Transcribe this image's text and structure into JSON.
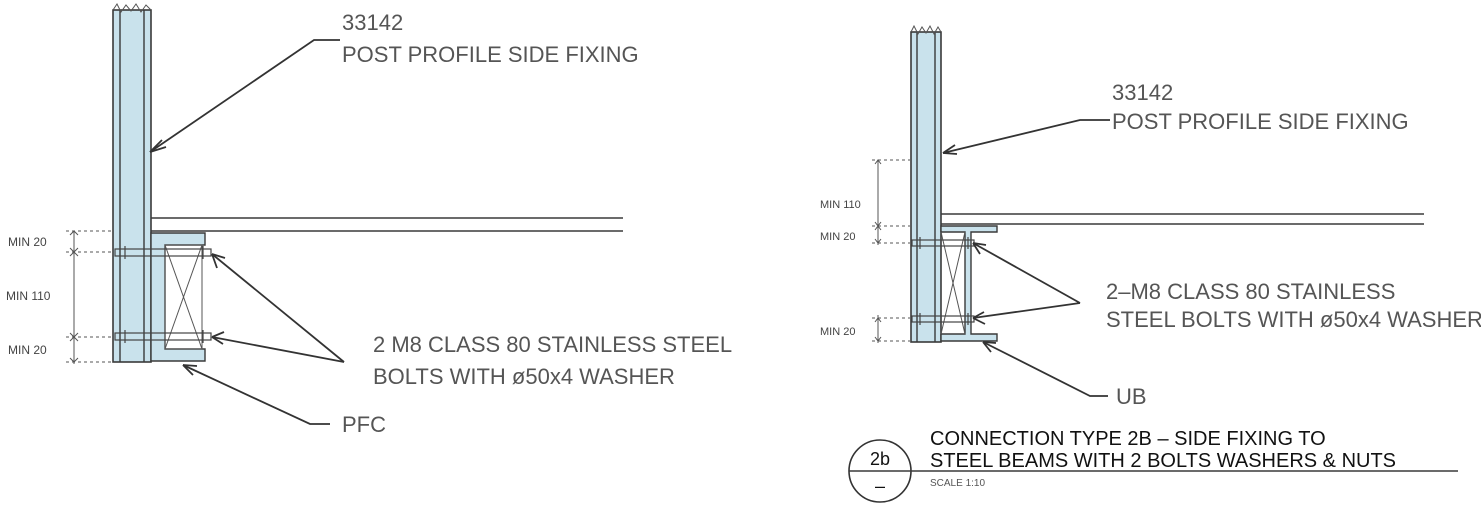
{
  "left_detail": {
    "post_code": "33142",
    "post_label": "POST PROFILE SIDE FIXING",
    "bolt_label_line1": "2 M8  CLASS 80 STAINLESS STEEL",
    "bolt_label_line2": "BOLTS WITH ø50x4 WASHER",
    "member_label": "PFC",
    "dims": {
      "top": "MIN 20",
      "middle": "MIN 110",
      "bottom": "MIN 20"
    }
  },
  "right_detail": {
    "post_code": "33142",
    "post_label": "POST PROFILE SIDE FIXING",
    "bolt_label_line1": "2–M8  CLASS 80 STAINLESS",
    "bolt_label_line2": "STEEL BOLTS WITH ø50x4 WASHER",
    "member_label": "UB",
    "dims": {
      "upper": "MIN 110",
      "top": "MIN 20",
      "bottom": "MIN 20"
    }
  },
  "title_block": {
    "tag": "2b",
    "sheet": "–",
    "title_line1": "CONNECTION TYPE 2B – SIDE FIXING TO",
    "title_line2": "STEEL BEAMS WITH 2 BOLTS WASHERS & NUTS",
    "scale": "SCALE 1:10"
  },
  "colors": {
    "steel_fill": "#c9e2ec",
    "line": "#3a3a3a",
    "text": "#555555"
  }
}
